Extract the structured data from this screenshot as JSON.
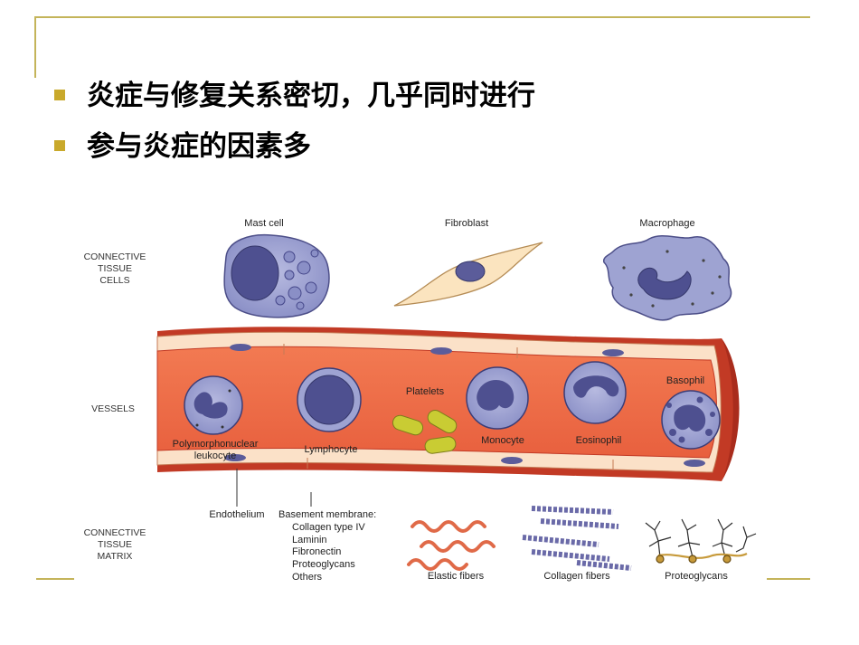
{
  "bullets": [
    "炎症与修复关系密切，几乎同时进行",
    "参与炎症的因素多"
  ],
  "diagram": {
    "row_labels": {
      "connective_tissue_cells": [
        "CONNECTIVE",
        "TISSUE",
        "CELLS"
      ],
      "vessels": "VESSELS",
      "connective_tissue_matrix": [
        "CONNECTIVE",
        "TISSUE",
        "MATRIX"
      ]
    },
    "cells": {
      "mast_cell": "Mast cell",
      "fibroblast": "Fibroblast",
      "macrophage": "Macrophage"
    },
    "vessel_cells": {
      "pmn": [
        "Polymorphonuclear",
        "leukocyte"
      ],
      "lymphocyte": "Lymphocyte",
      "platelets": "Platelets",
      "monocyte": "Monocyte",
      "eosinophil": "Eosinophil",
      "basophil": "Basophil"
    },
    "matrix": {
      "endothelium": "Endothelium",
      "basement_membrane": "Basement membrane:",
      "basement_items": [
        "Collagen type IV",
        "Laminin",
        "Fibronectin",
        "Proteoglycans",
        "Others"
      ],
      "elastic_fibers": "Elastic fibers",
      "collagen_fibers": "Collagen fibers",
      "proteoglycans": "Proteoglycans"
    },
    "colors": {
      "vessel": "#e8603e",
      "vessel_dark": "#c23a25",
      "vessel_wall": "#fbe1c8",
      "nucleus": "#5b5c9a",
      "cytoplasm": "#9ea3d2",
      "platelet": "#c9cc33",
      "elastic": "#e06a48",
      "collagen": "#6a6aa8"
    }
  }
}
